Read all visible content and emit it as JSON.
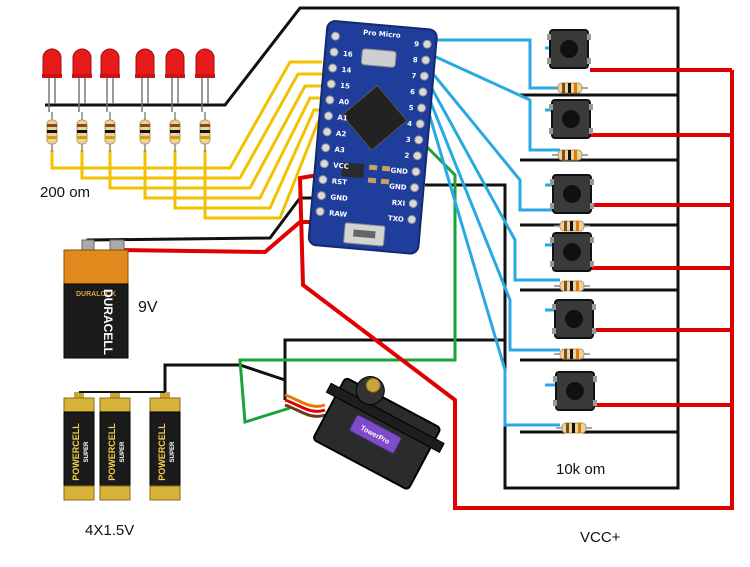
{
  "labels": {
    "led_resistor": "200 om",
    "battery_9v": "9V",
    "battery_aa": "4X1.5V",
    "button_resistor": "10k om",
    "vcc": "VCC+"
  },
  "board": {
    "name": "Pro Micro",
    "pins_left": [
      "16",
      "14",
      "15",
      "A0",
      "A1",
      "A2",
      "A3",
      "VCC",
      "RST",
      "GND",
      "RAW"
    ],
    "pins_right": [
      "9",
      "8",
      "7",
      "6",
      "5",
      "4",
      "3",
      "2",
      "GND",
      "GND",
      "RXI",
      "TXO"
    ]
  },
  "battery_9v_brand": {
    "top": "DURALOCK",
    "name": "DURACELL"
  },
  "battery_aa_brand": {
    "name": "POWERCELL",
    "sub": "SUPER"
  },
  "servo_brand": "TowerPro",
  "colors": {
    "signal_blue": "#29a9e1",
    "led_yellow": "#f2c200",
    "power_red": "#e00000",
    "ground_black": "#111111",
    "green": "#1aa33a",
    "board_blue": "#1f3e9c"
  },
  "counts": {
    "leds": 6,
    "buttons": 6,
    "aa_cells": 3
  }
}
